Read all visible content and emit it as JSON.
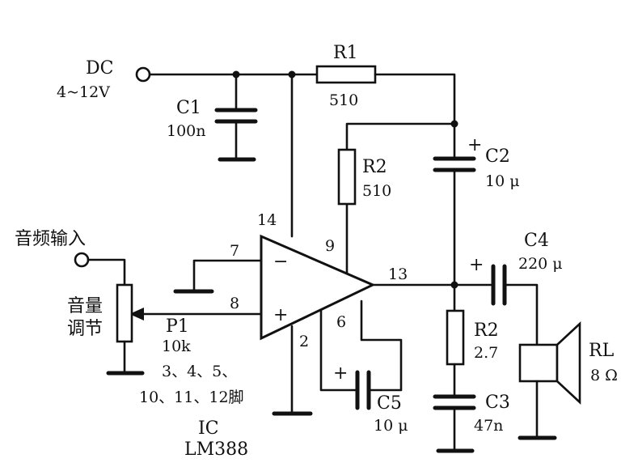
{
  "labels": {
    "dc": "DC",
    "dc_voltage": "4~12V",
    "c1_name": "C1",
    "c1_value": "100n",
    "r1_name": "R1",
    "r1_value": "510",
    "r2_top_name": "R2",
    "r2_top_value": "510",
    "c2_polarity": "+",
    "c2_name": "C2",
    "c2_value": "10 μ",
    "pin14": "14",
    "pin7": "7",
    "pin9": "9",
    "pin8": "8",
    "pin13": "13",
    "pin6": "6",
    "pin2": "2",
    "opamp_minus": "−",
    "opamp_plus": "+",
    "audio_in": "音频输入",
    "volume_line1": "音量",
    "volume_line2": "调节",
    "p1_name": "P1",
    "p1_value": "10k",
    "ground_pins_line1": "3、4、5、",
    "ground_pins_line2": "10、11、12脚",
    "c4_polarity": "+",
    "c4_name": "C4",
    "c4_value": "220 μ",
    "r2_bottom_name": "R2",
    "r2_bottom_value": "2.7",
    "c3_name": "C3",
    "c3_value": "47n",
    "c5_polarity": "+",
    "c5_name": "C5",
    "c5_value": "10 μ",
    "rl_name": "RL",
    "rl_value": "8 Ω",
    "ic_name": "IC",
    "ic_model": "LM388"
  }
}
